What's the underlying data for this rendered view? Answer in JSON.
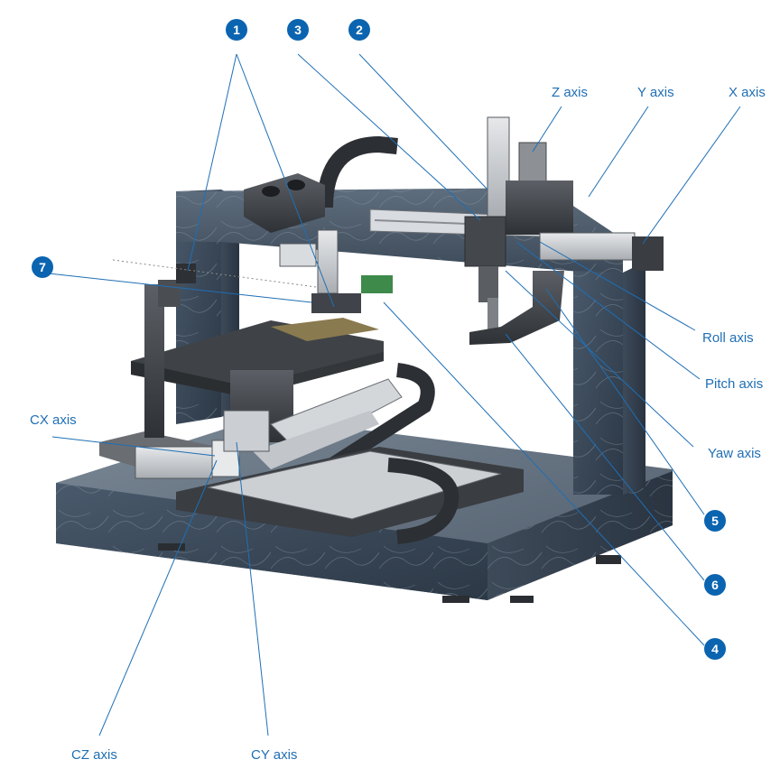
{
  "axis_labels": {
    "z": "Z axis",
    "y": "Y axis",
    "x": "X axis",
    "roll": "Roll axis",
    "pitch": "Pitch axis",
    "yaw": "Yaw axis",
    "cx": "CX axis",
    "cz": "CZ axis",
    "cy": "CY axis"
  },
  "badges": {
    "b1": "1",
    "b2": "2",
    "b3": "3",
    "b4": "4",
    "b5": "5",
    "b6": "6",
    "b7": "7"
  },
  "colors": {
    "label": "#1f6fb5",
    "badge": "#0b64b0",
    "leader": "#1f6fb5",
    "granite": "#3c4b5c",
    "steel": "#4a4d52",
    "aluminum": "#c9ccd0"
  }
}
